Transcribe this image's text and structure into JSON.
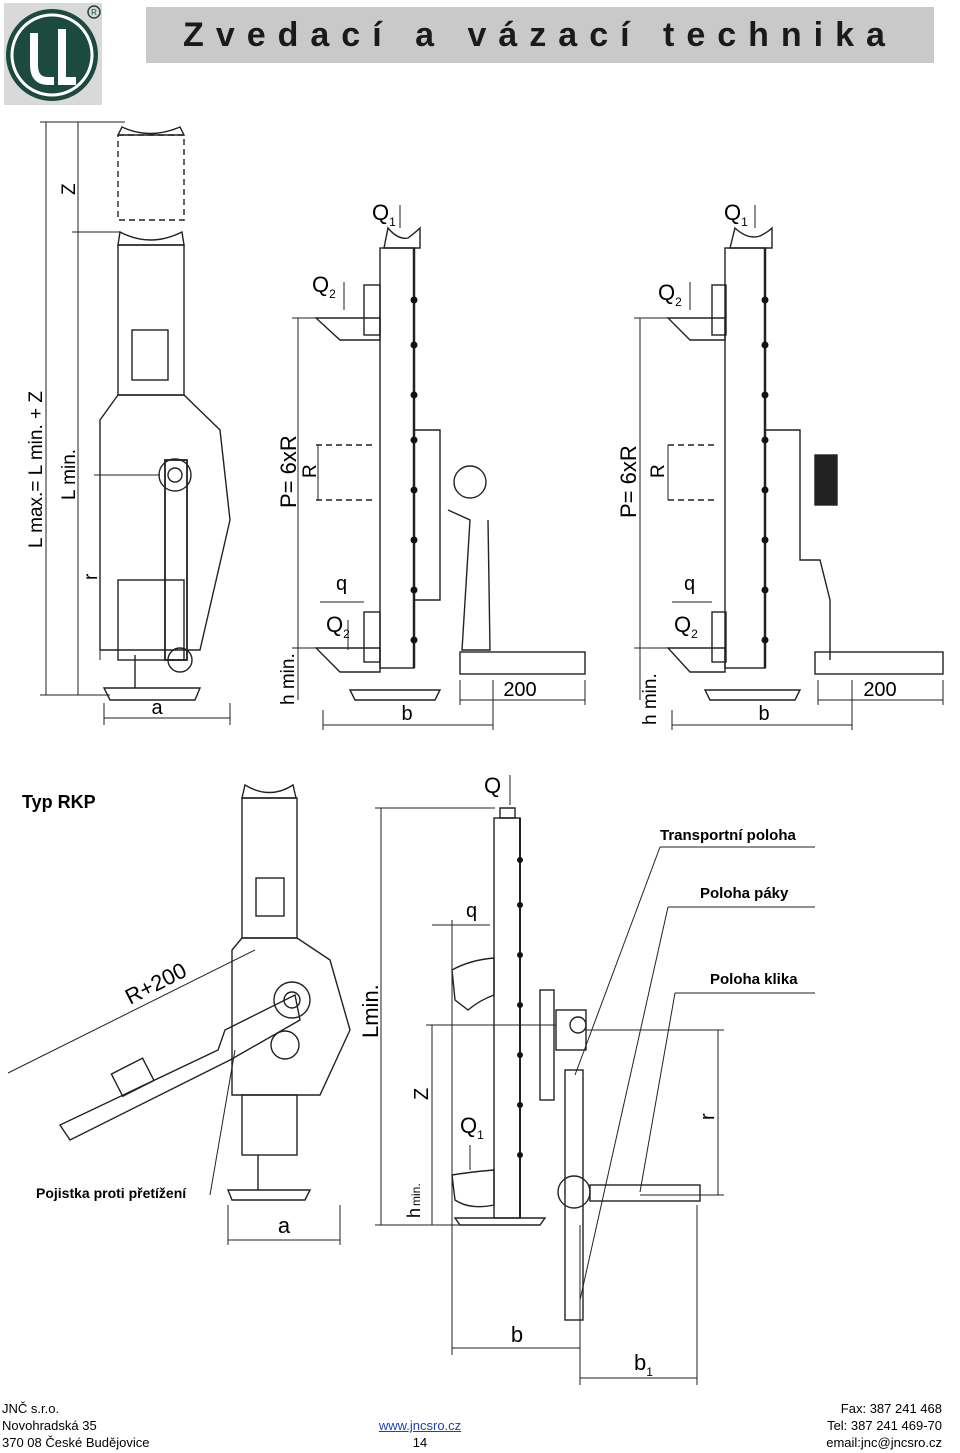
{
  "header": {
    "title": "Zvedací a vázací technika"
  },
  "drawing_labels": {
    "lmax": "L max.= L min. + Z",
    "lmin": "L min.",
    "z": "Z",
    "r": "r",
    "a": "a",
    "q1": "Q",
    "q1_sub": "1",
    "q2": "Q",
    "q2_sub": "2",
    "p": "P= 6xR",
    "R": "R",
    "q": "q",
    "hmin": "h min.",
    "b": "b",
    "d200": "200",
    "typ": "Typ RKP",
    "r200": "R+200",
    "transport": "Transportní poloha",
    "poloha_paky": "Poloha páky",
    "poloha_klika": "Poloha klika",
    "pojistka": "Pojistka proti přetížení",
    "Q": "Q",
    "q_small": "q",
    "z_small": "Z",
    "q_1": "Q",
    "sub1": "1",
    "hmin2": "h",
    "hmin2_sub": "min.",
    "lmin2": "Lmin.",
    "r_small": "r",
    "b_small": "b",
    "b1": "b",
    "b1_sub": "1",
    "a_small": "a"
  },
  "footer": {
    "company": "JNČ s.r.o.",
    "street": "Novohradská 35",
    "city": "370 08 České Budějovice",
    "web": "www.jncsro.cz",
    "page": "14",
    "fax": "Fax: 387 241 468",
    "tel": "Tel: 387 241 469-70",
    "email": "email:jnc@jncsro.cz"
  }
}
